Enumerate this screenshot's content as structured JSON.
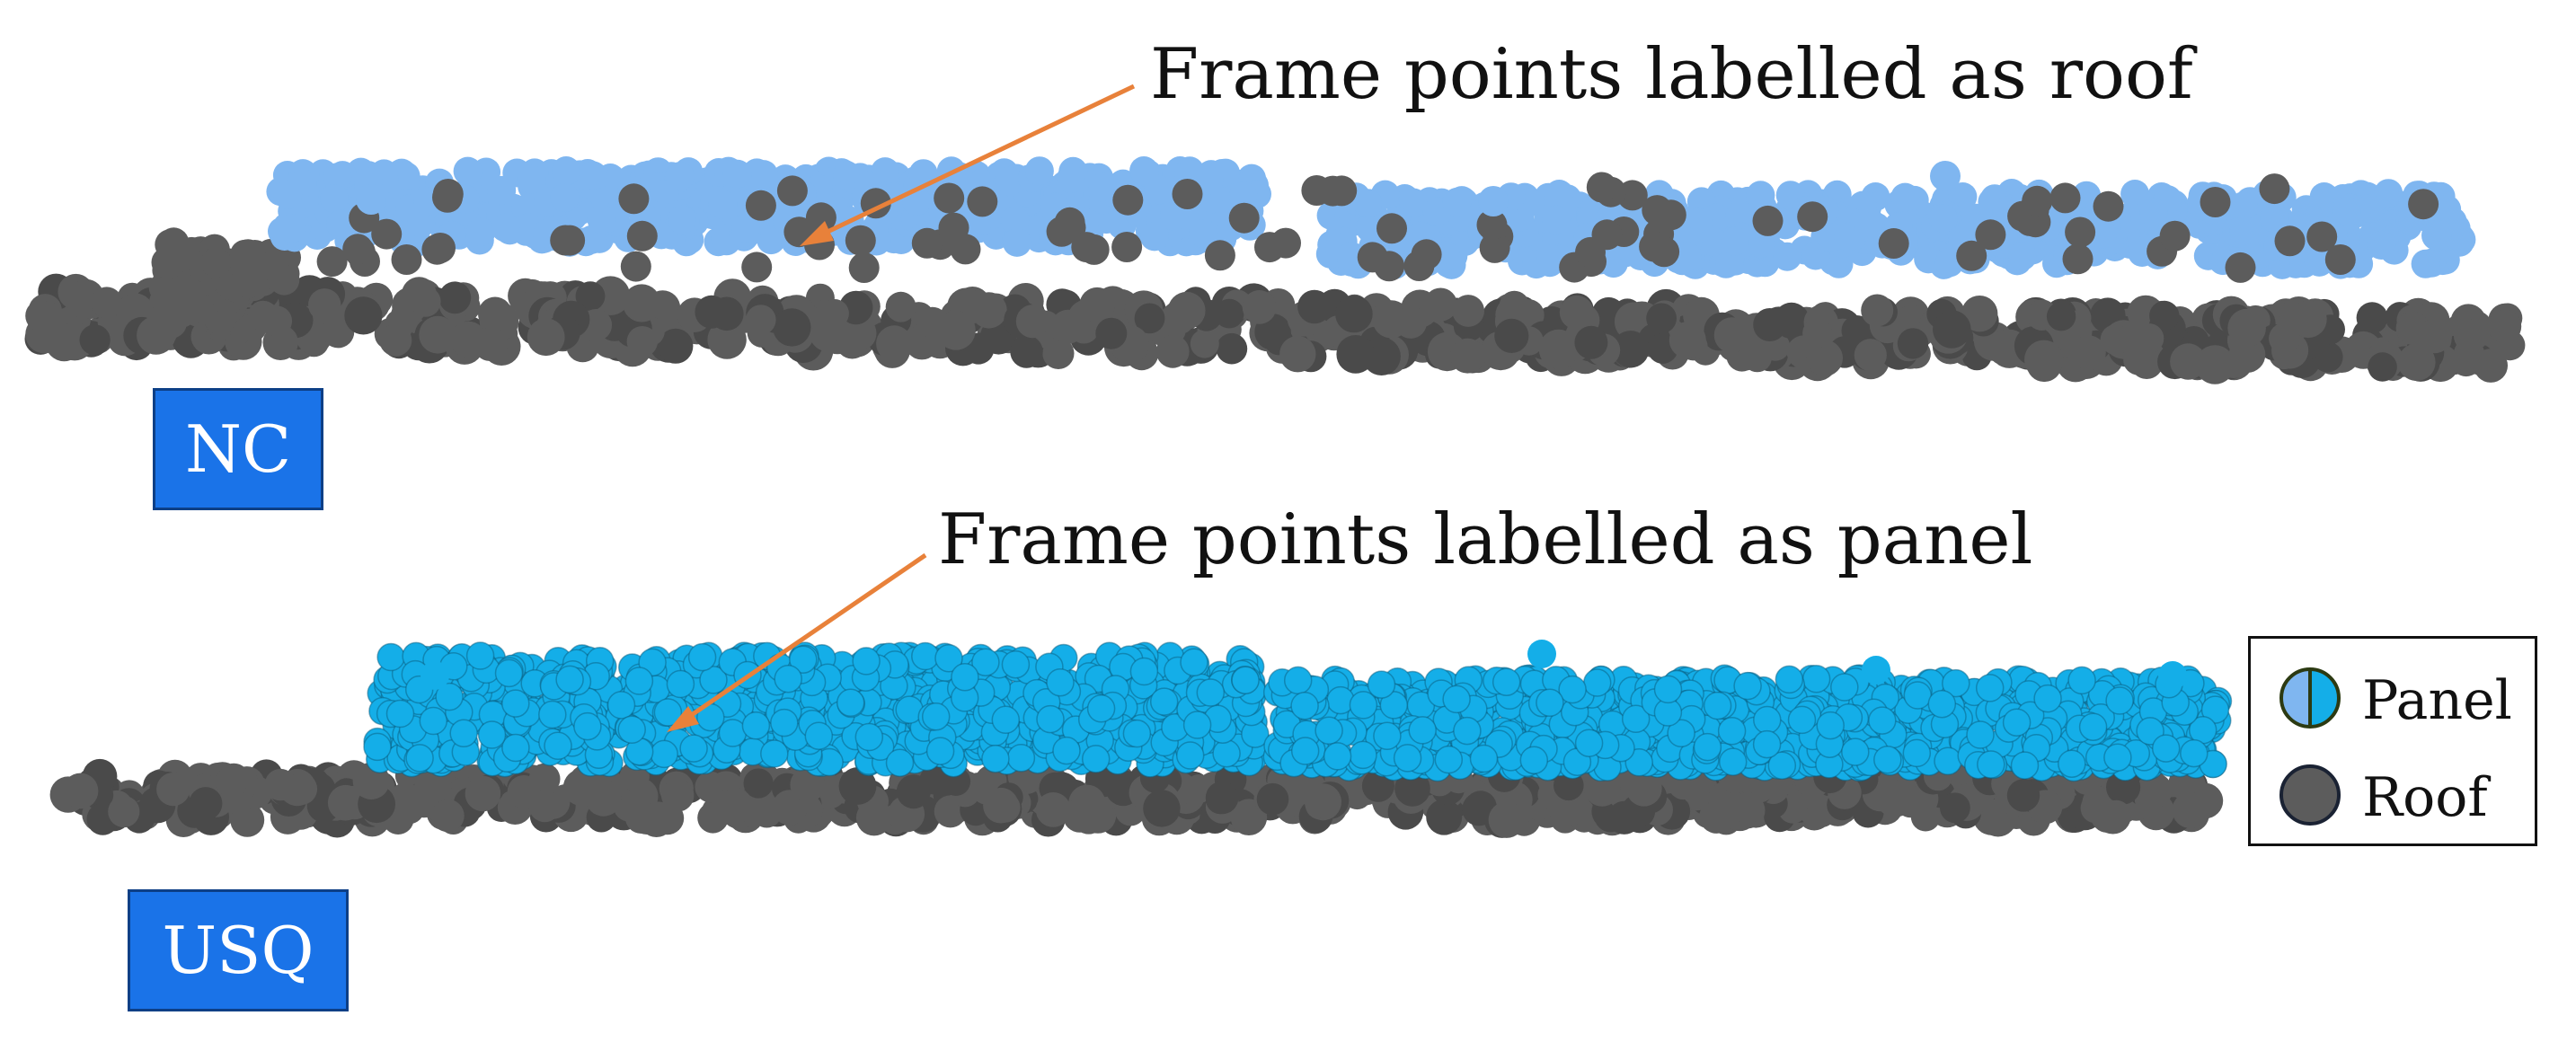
{
  "annotations": {
    "top": "Frame points labelled as roof",
    "bottom": "Frame points labelled as panel"
  },
  "datasets": [
    {
      "label": "NC"
    },
    {
      "label": "USQ"
    }
  ],
  "legend": [
    {
      "label": "Panel",
      "icon": "half-circle-icon"
    },
    {
      "label": "Roof",
      "icon": "circle-icon"
    }
  ],
  "colors": {
    "roof": "#5c5c5c",
    "roof_dark": "#4a4a4a",
    "panel_nc": "#7fb6f0",
    "panel_usq": "#14aee8",
    "arrow": "#e8813a",
    "tag": "#1a73e8",
    "legend_panel_left": "#7fb6f0",
    "legend_panel_right": "#14aee8"
  }
}
